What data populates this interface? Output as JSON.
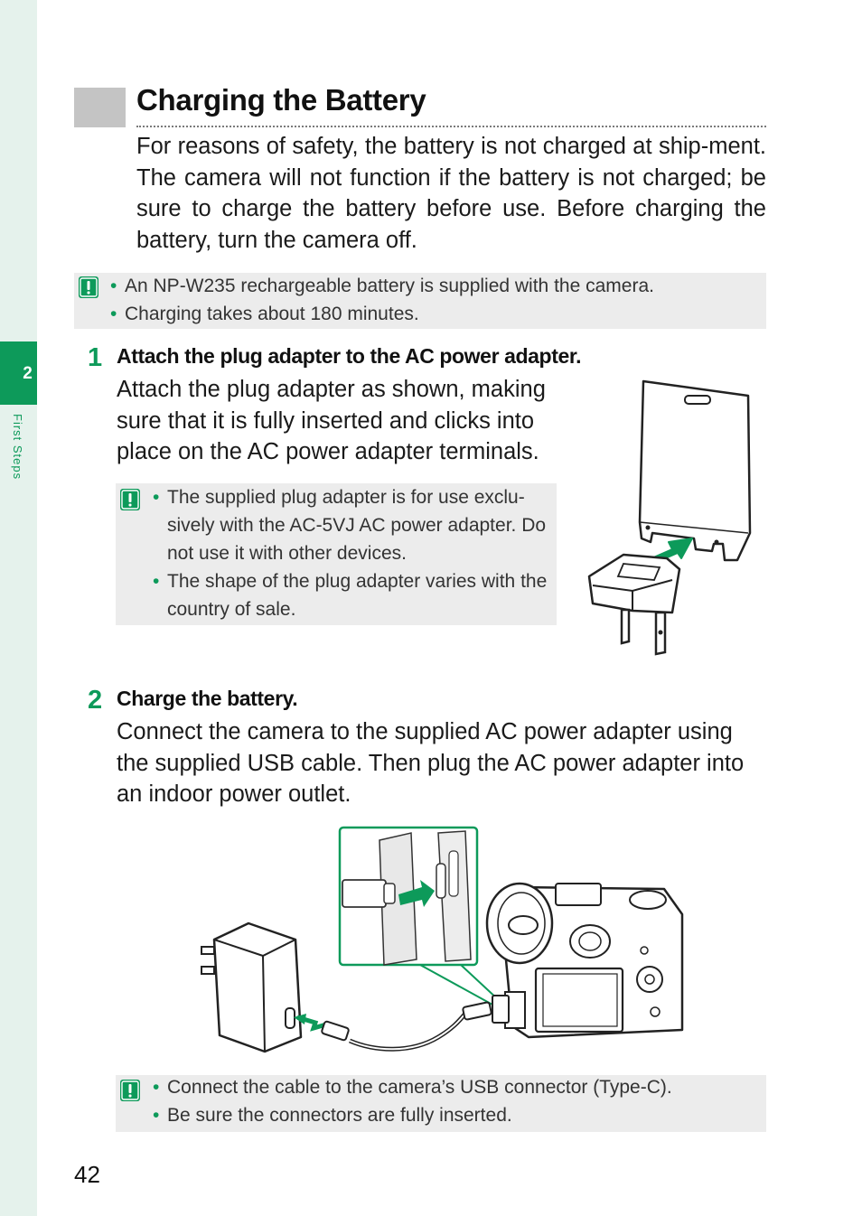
{
  "sidebar": {
    "chapter_number": "2",
    "chapter_label": "First Steps"
  },
  "section": {
    "title": "Charging the Battery",
    "intro": "For reasons of safety, the battery is not charged at ship-ment. The camera will not function if the battery is not charged; be sure to charge the battery before use. Before charging the battery, turn the camera off."
  },
  "note1": {
    "icon": "caution-icon",
    "items": [
      "An NP-W235 rechargeable battery is supplied with the camera.",
      "Charging takes about 180 minutes."
    ]
  },
  "step1": {
    "number": "1",
    "title": "Attach the plug adapter to the AC power adapter.",
    "body": [
      "Attach the plug adapter as shown, making",
      "sure that it is fully inserted and clicks into",
      "place on the AC power adapter terminals."
    ],
    "note": {
      "icon": "caution-icon",
      "items": [
        "The supplied plug adapter is for use exclu-sively with the AC-5VJ AC power adapter. Do not use it with other devices.",
        "The shape of the plug adapter varies with the country of sale."
      ]
    }
  },
  "step2": {
    "number": "2",
    "title": "Charge the battery.",
    "body": [
      "Connect the camera to the supplied AC power adapter using",
      "the supplied USB cable. Then plug the AC power adapter into",
      "an indoor power outlet."
    ],
    "note": {
      "icon": "caution-icon",
      "items": [
        "Connect the cable to the camera’s USB connector (Type-C).",
        "Be sure the connectors are fully inserted."
      ]
    }
  },
  "colors": {
    "accent": "#0d9a5a",
    "sidebar": "#e5f2ec",
    "note_bg": "#ececec",
    "heading_box": "#c4c4c4"
  },
  "page": {
    "number": "42"
  }
}
